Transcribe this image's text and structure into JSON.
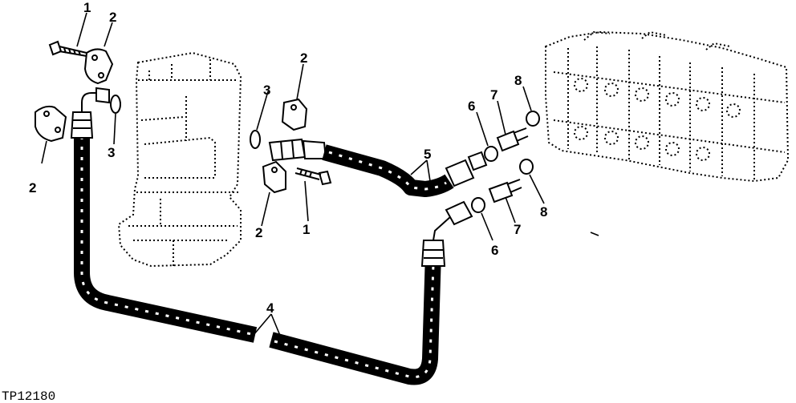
{
  "figure_id": "TP12180",
  "callouts": {
    "c1a": "1",
    "c2a": "2",
    "c2b": "2",
    "c3a": "3",
    "c3b": "3",
    "c2c": "2",
    "c2d": "2",
    "c1b": "1",
    "c5": "5",
    "c6a": "6",
    "c7a": "7",
    "c8a": "8",
    "c8b": "8",
    "c7b": "7",
    "c6b": "6",
    "c4": "4"
  }
}
